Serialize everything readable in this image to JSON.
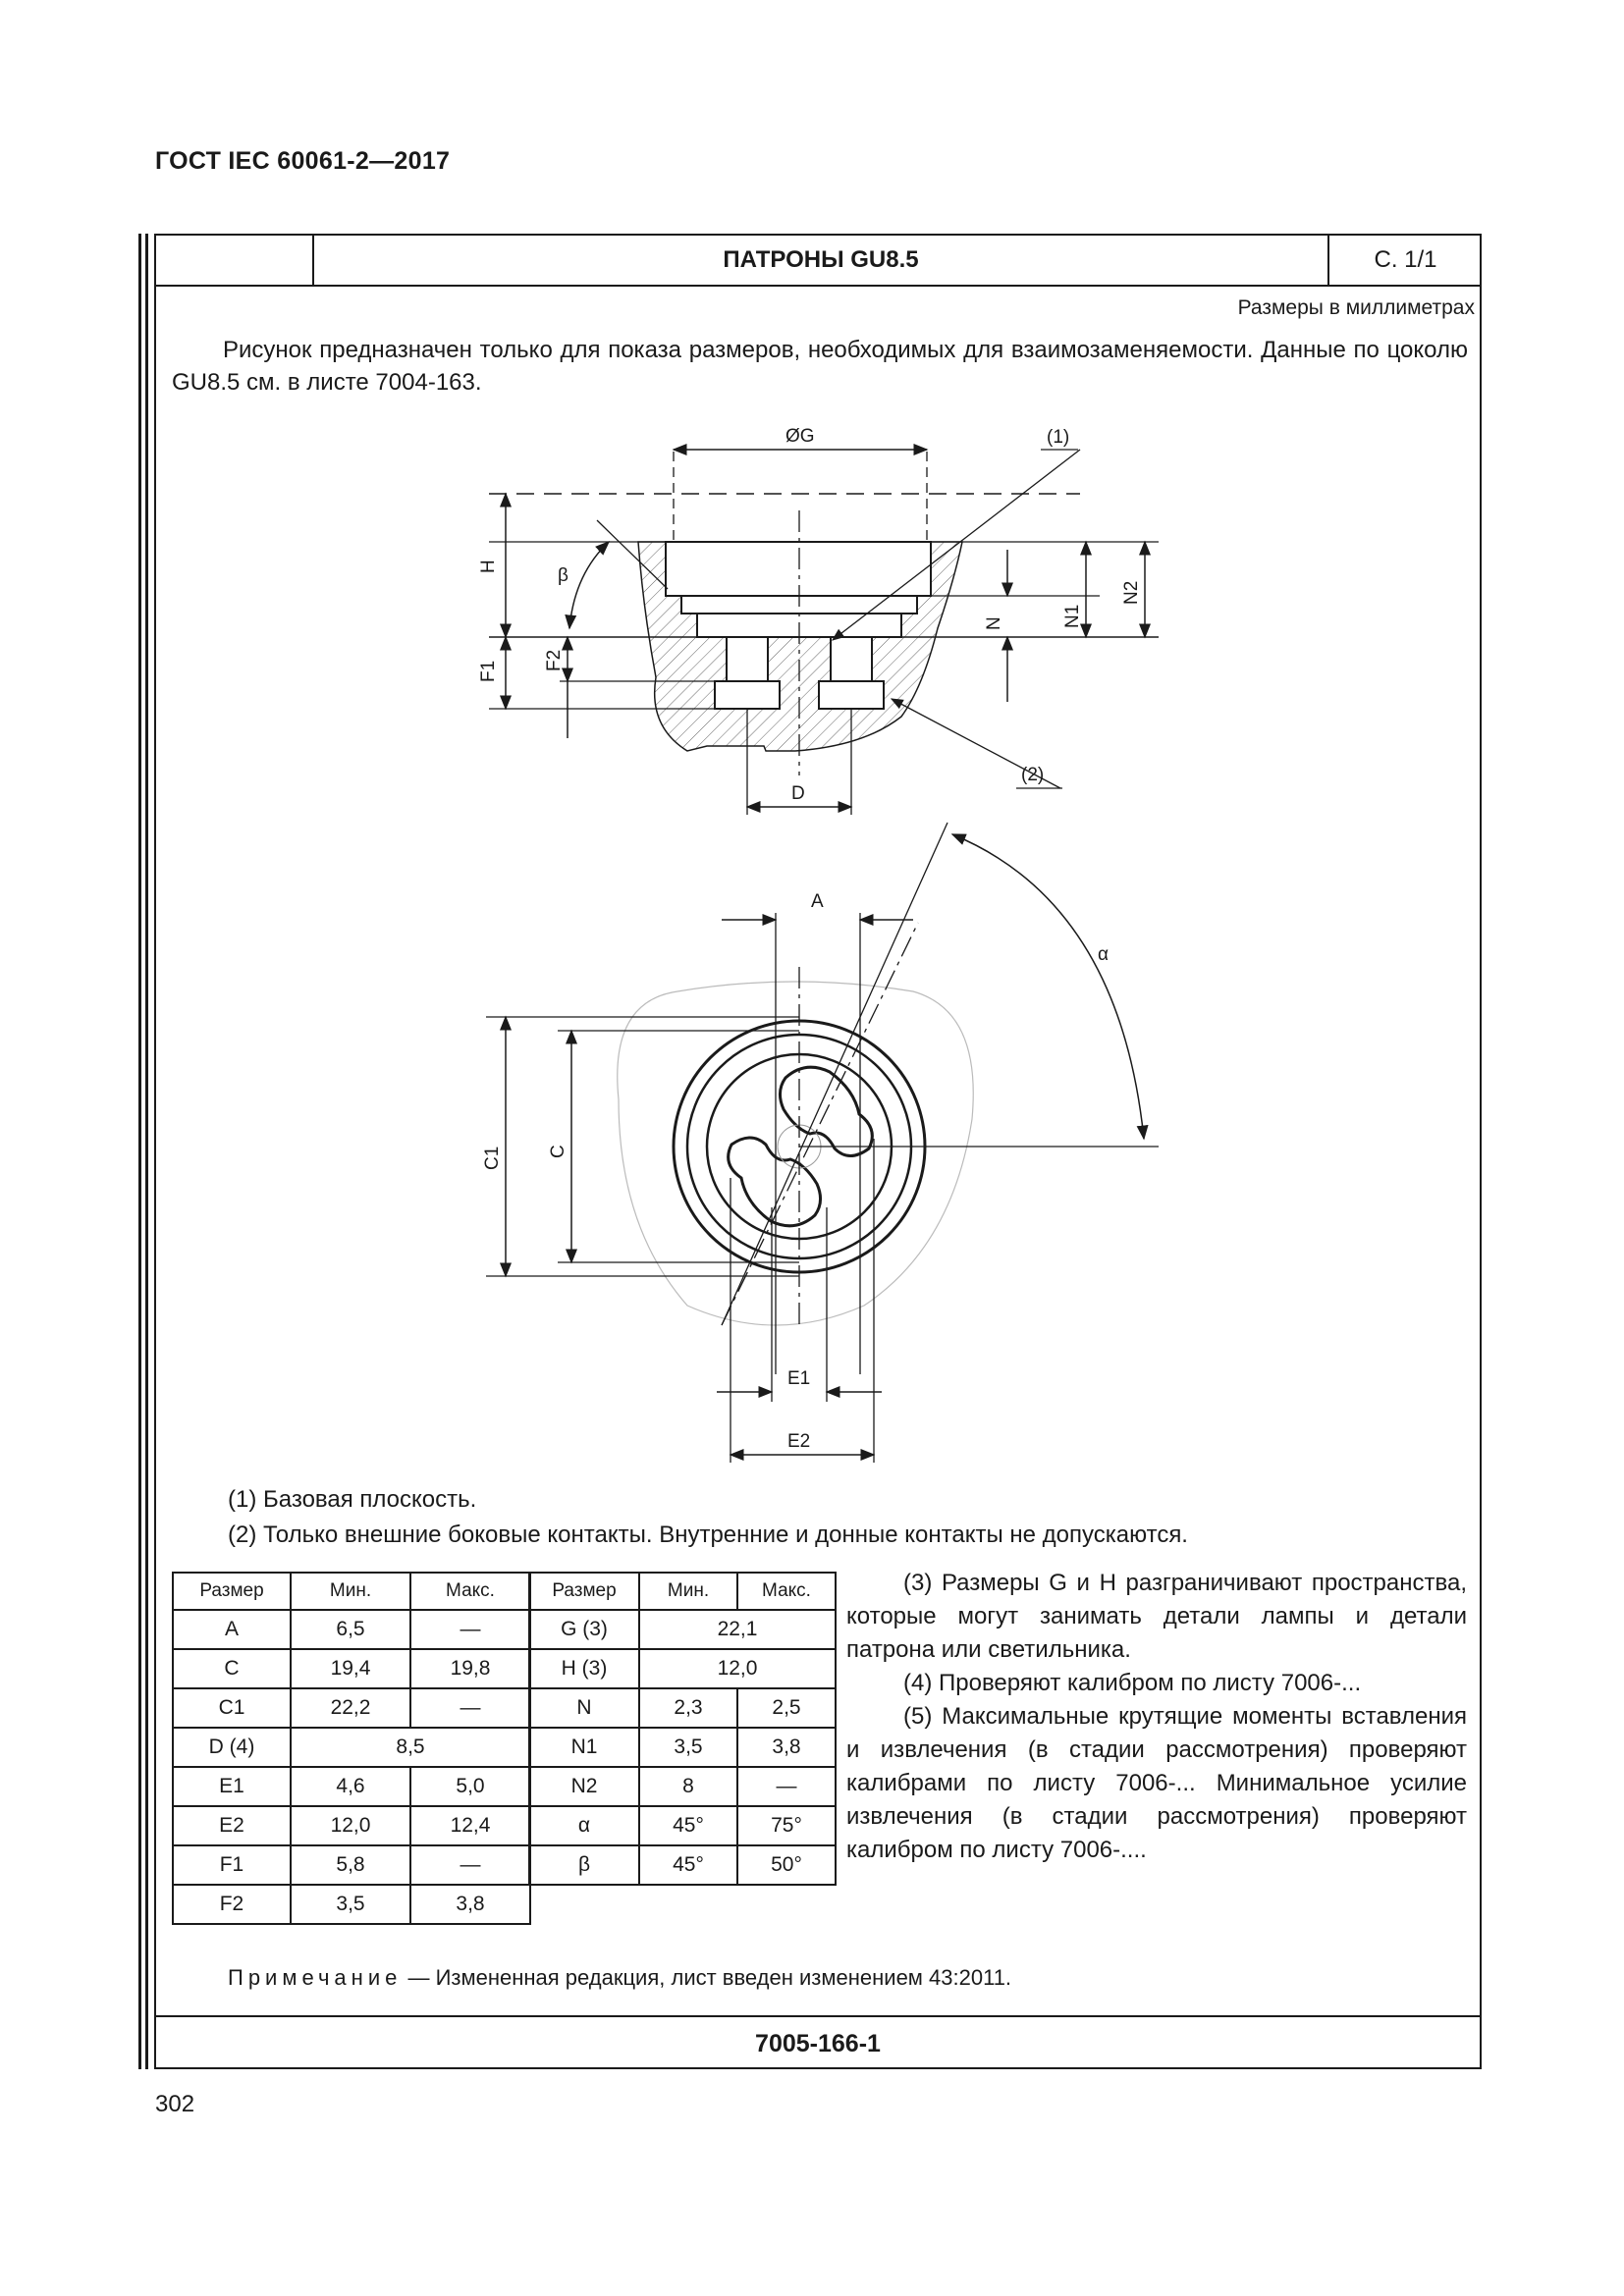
{
  "document": {
    "standard": "ГОСТ IEC 60061-2—2017",
    "sheet_title": "ПАТРОНЫ GU8.5",
    "sheet_page": "С. 1/1",
    "units_note": "Размеры в миллиметрах",
    "intro": "Рисунок предназначен только для показа размеров, необходимых для взаимозаменяемости. Данные по цоколю GU8.5 см. в листе 7004-163.",
    "footer_code": "7005-166-1",
    "page_number": "302"
  },
  "drawing_labels": {
    "og": "ØG",
    "ref1": "(1)",
    "ref2": "(2)",
    "h": "H",
    "beta": "β",
    "f1": "F1",
    "f2": "F2",
    "n": "N",
    "n1": "N1",
    "n2": "N2",
    "d": "D",
    "a": "A",
    "alpha": "α",
    "c1": "C1",
    "c": "C",
    "e1": "E1",
    "e2": "E2"
  },
  "notes": [
    "(1) Базовая плоскость.",
    "(2) Только внешние боковые контакты. Внутренние и донные контакты не допускаются."
  ],
  "table_headers": [
    "Размер",
    "Мин.",
    "Макс."
  ],
  "table_left": [
    {
      "name": "A",
      "min": "6,5",
      "max": "—"
    },
    {
      "name": "C",
      "min": "19,4",
      "max": "19,8"
    },
    {
      "name": "C1",
      "min": "22,2",
      "max": "—"
    },
    {
      "name": "D (4)",
      "merged": "8,5"
    },
    {
      "name": "E1",
      "min": "4,6",
      "max": "5,0"
    },
    {
      "name": "E2",
      "min": "12,0",
      "max": "12,4"
    },
    {
      "name": "F1",
      "min": "5,8",
      "max": "—"
    },
    {
      "name": "F2",
      "min": "3,5",
      "max": "3,8"
    }
  ],
  "table_right": [
    {
      "name": "G (3)",
      "merged": "22,1"
    },
    {
      "name": "H (3)",
      "merged": "12,0"
    },
    {
      "name": "N",
      "min": "2,3",
      "max": "2,5"
    },
    {
      "name": "N1",
      "min": "3,5",
      "max": "3,8"
    },
    {
      "name": "N2",
      "min": "8",
      "max": "—"
    },
    {
      "name": "α",
      "min": "45°",
      "max": "75°"
    },
    {
      "name": "β",
      "min": "45°",
      "max": "50°"
    }
  ],
  "side_notes": [
    "(3) Размеры G и H разграничивают пространства, которые могут занимать детали лампы и детали патрона или светильника.",
    "(4) Проверяют калибром по листу 7006-...",
    "(5) Максимальные крутящие моменты вставления и извлечения (в стадии рассмотрения) проверяют калибрами по листу 7006-... Минимальное усилие извлечения (в стадии рассмотрения) проверяют калибром по листу 7006-...."
  ],
  "remark": {
    "label": "Примечание",
    "text": " — Измененная редакция, лист введен изменением 43:2011."
  }
}
